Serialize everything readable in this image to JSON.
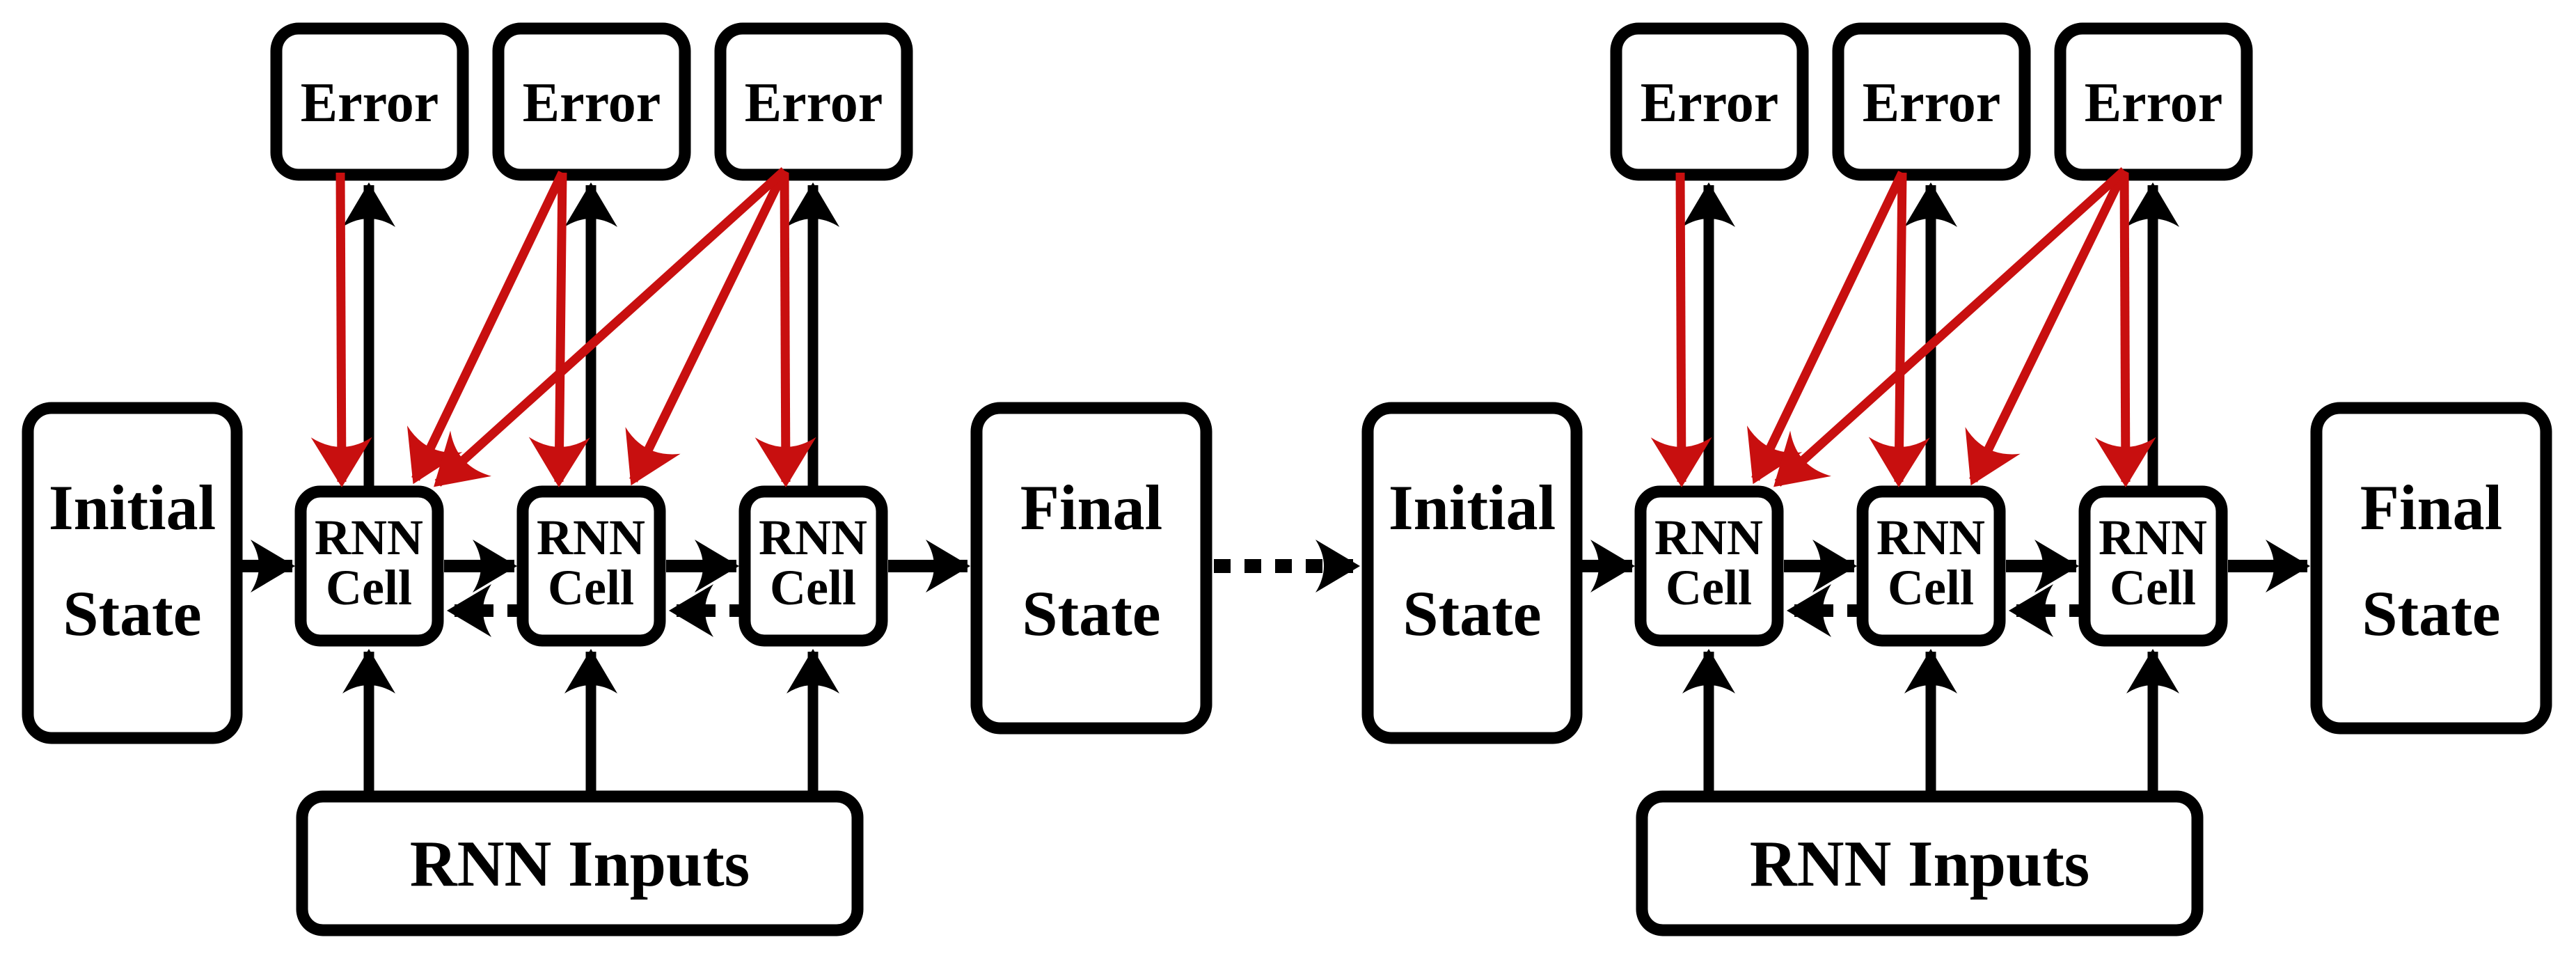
{
  "diagram": {
    "colors": {
      "black": "#000000",
      "backprop_red": "#c80f0f",
      "box_fill": "#ffffff"
    },
    "labels": {
      "initial_state": [
        "Initial",
        "State"
      ],
      "final_state": [
        "Final",
        "State"
      ],
      "rnn_cell": [
        "RNN",
        "Cell"
      ],
      "error": "Error",
      "rnn_inputs": "RNN Inputs"
    }
  }
}
